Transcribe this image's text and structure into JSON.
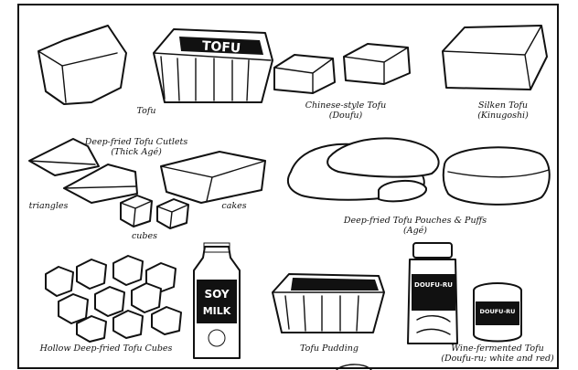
{
  "labels": {
    "tofu": "Tofu",
    "chinese_tofu": [
      "Chinese-style Tofu",
      "(Doufu)"
    ],
    "silken_tofu": [
      "Silken Tofu",
      "(Kinugoshi)"
    ],
    "cutlets": [
      "Deep-fried Tofu Cutlets",
      "(Thick Agé)"
    ],
    "triangles": "triangles",
    "cakes": "cakes",
    "cubes": "cubes",
    "pouches": [
      "Deep-fried Tofu Pouches  & Puffs",
      "(Agé)"
    ],
    "hollow_cubes": "Hollow Deep-fried Tofu Cubes",
    "pudding": "Tofu Pudding",
    "wine_tofu": [
      "Wine-fermented Tofu",
      "(Doufu-ru; white and red)"
    ]
  },
  "package_text": {
    "tofu_box": "TOFU",
    "soy_milk": [
      "SOY",
      "MILK"
    ],
    "doufu_ru": "DOUFU-RU",
    "doufu_ru_can": "DOUFU-RU"
  },
  "colors": {
    "ink": "#111111",
    "paper": "#ffffff"
  }
}
